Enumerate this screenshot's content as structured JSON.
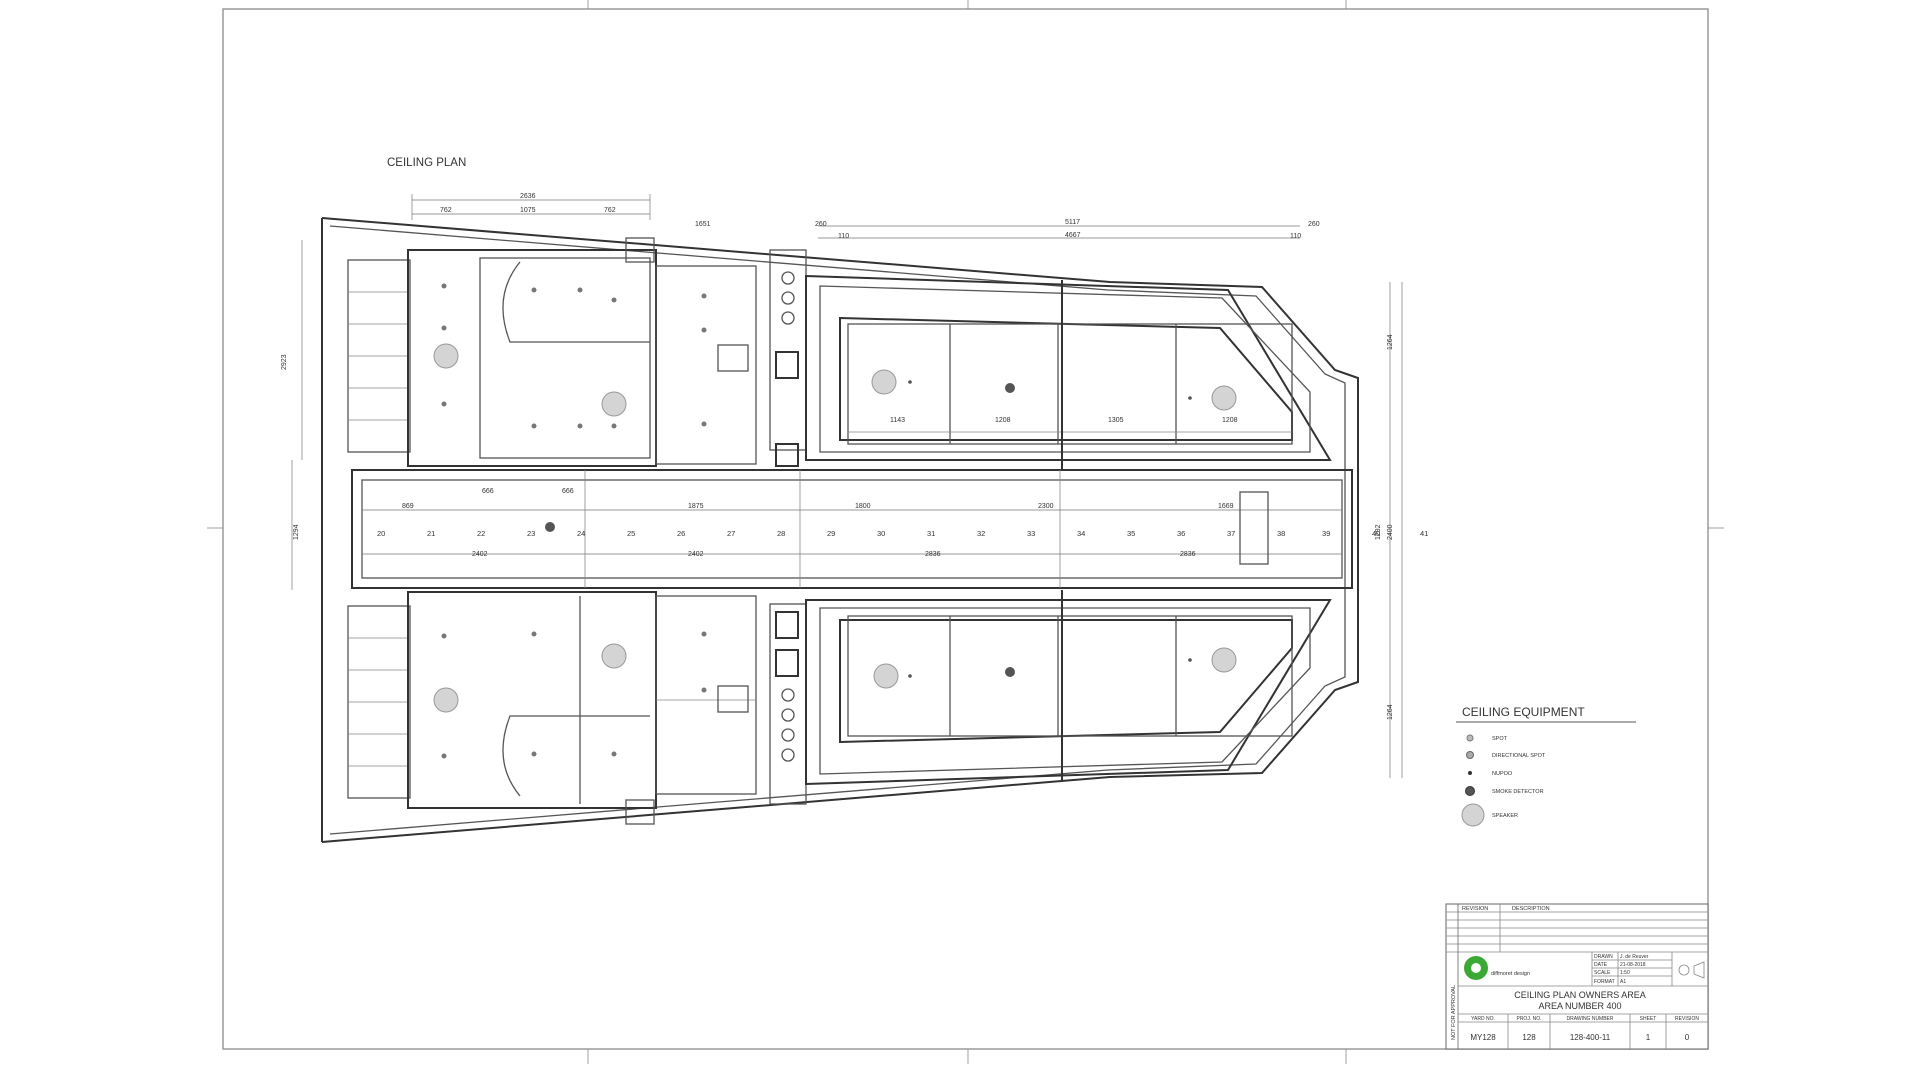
{
  "drawing": {
    "plan_title": "CEILING PLAN",
    "top_dims": [
      "2636",
      "762",
      "1075",
      "762",
      "1651",
      "260",
      "5117",
      "4667",
      "260",
      "110",
      "110"
    ],
    "row_dims_top": [
      "1143",
      "1208",
      "1305",
      "1208"
    ],
    "row_dims_center": [
      "869",
      "666",
      "1875",
      "1800",
      "2300",
      "1669",
      "666"
    ],
    "row_dims_bottom": [
      "2402",
      "2402",
      "2836",
      "2836"
    ],
    "frames": [
      "20",
      "21",
      "22",
      "23",
      "24",
      "25",
      "26",
      "27",
      "28",
      "29",
      "30",
      "31",
      "32",
      "33",
      "34",
      "35",
      "36",
      "37",
      "38",
      "39",
      "40",
      "41"
    ],
    "side_dims": [
      "2923",
      "1264",
      "1264",
      "1292",
      "2400",
      "1294"
    ]
  },
  "legend": {
    "title": "CEILING EQUIPMENT",
    "items": [
      {
        "symbol": "spot",
        "label": "SPOT"
      },
      {
        "symbol": "directional-spot",
        "label": "DIRECTIONAL SPOT"
      },
      {
        "symbol": "nupoo",
        "label": "NUPOO"
      },
      {
        "symbol": "smoke-detector",
        "label": "SMOKE DETECTOR"
      },
      {
        "symbol": "speaker",
        "label": "SPEAKER"
      }
    ]
  },
  "title_block": {
    "revision_header": "REVISION",
    "description_header": "DESCRIPTION",
    "side_text": "NOT FOR APPROVAL",
    "company": "diffmoret design",
    "meta": [
      {
        "key": "DRAWN",
        "value": "J. de Reuver"
      },
      {
        "key": "DATE",
        "value": "21-08-2018"
      },
      {
        "key": "SCALE",
        "value": "1:50"
      },
      {
        "key": "FORMAT",
        "value": "A1"
      }
    ],
    "drawing_title_line1": "CEILING PLAN OWNERS AREA",
    "drawing_title_line2": "AREA NUMBER 400",
    "table_headers": [
      "YARD NO.",
      "PROJ. NO.",
      "DRAWING NUMBER",
      "SHEET",
      "REVISION"
    ],
    "table_values": [
      "MY128",
      "128",
      "128-400-11",
      "1",
      "0"
    ],
    "logo_color": "#3aa935"
  }
}
